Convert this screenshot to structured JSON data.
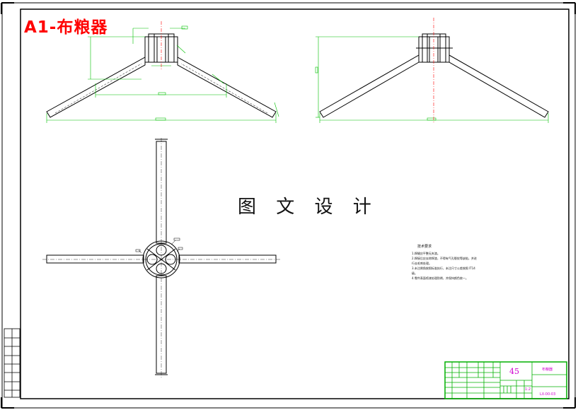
{
  "sheet": {
    "title": "A1-布粮器",
    "watermark": "图 文 设 计"
  },
  "technical_requirements": {
    "heading": "技术要求",
    "items": [
      "1.焊缝应平整无夹渣。",
      "2.焊接后应去除焊渣，不得有气孔裂纹等缺陷，并进行去毛刺处理。",
      "3.未注倒角按照标准执行，未注尺寸公差按照 IT14 级。",
      "4.零件表面喷漆处理防锈，并保持颜色统一。"
    ]
  },
  "title_block": {
    "material": "45",
    "part_name": "布粮器",
    "drawing_code": "LX-00-03",
    "scale": "1:2"
  },
  "colors": {
    "frame": "#000000",
    "dimension": "#00c000",
    "centerline": "#ff0000",
    "title_red": "#ff0000",
    "title_block_green": "#00b000",
    "title_block_magenta": "#d000d0"
  }
}
